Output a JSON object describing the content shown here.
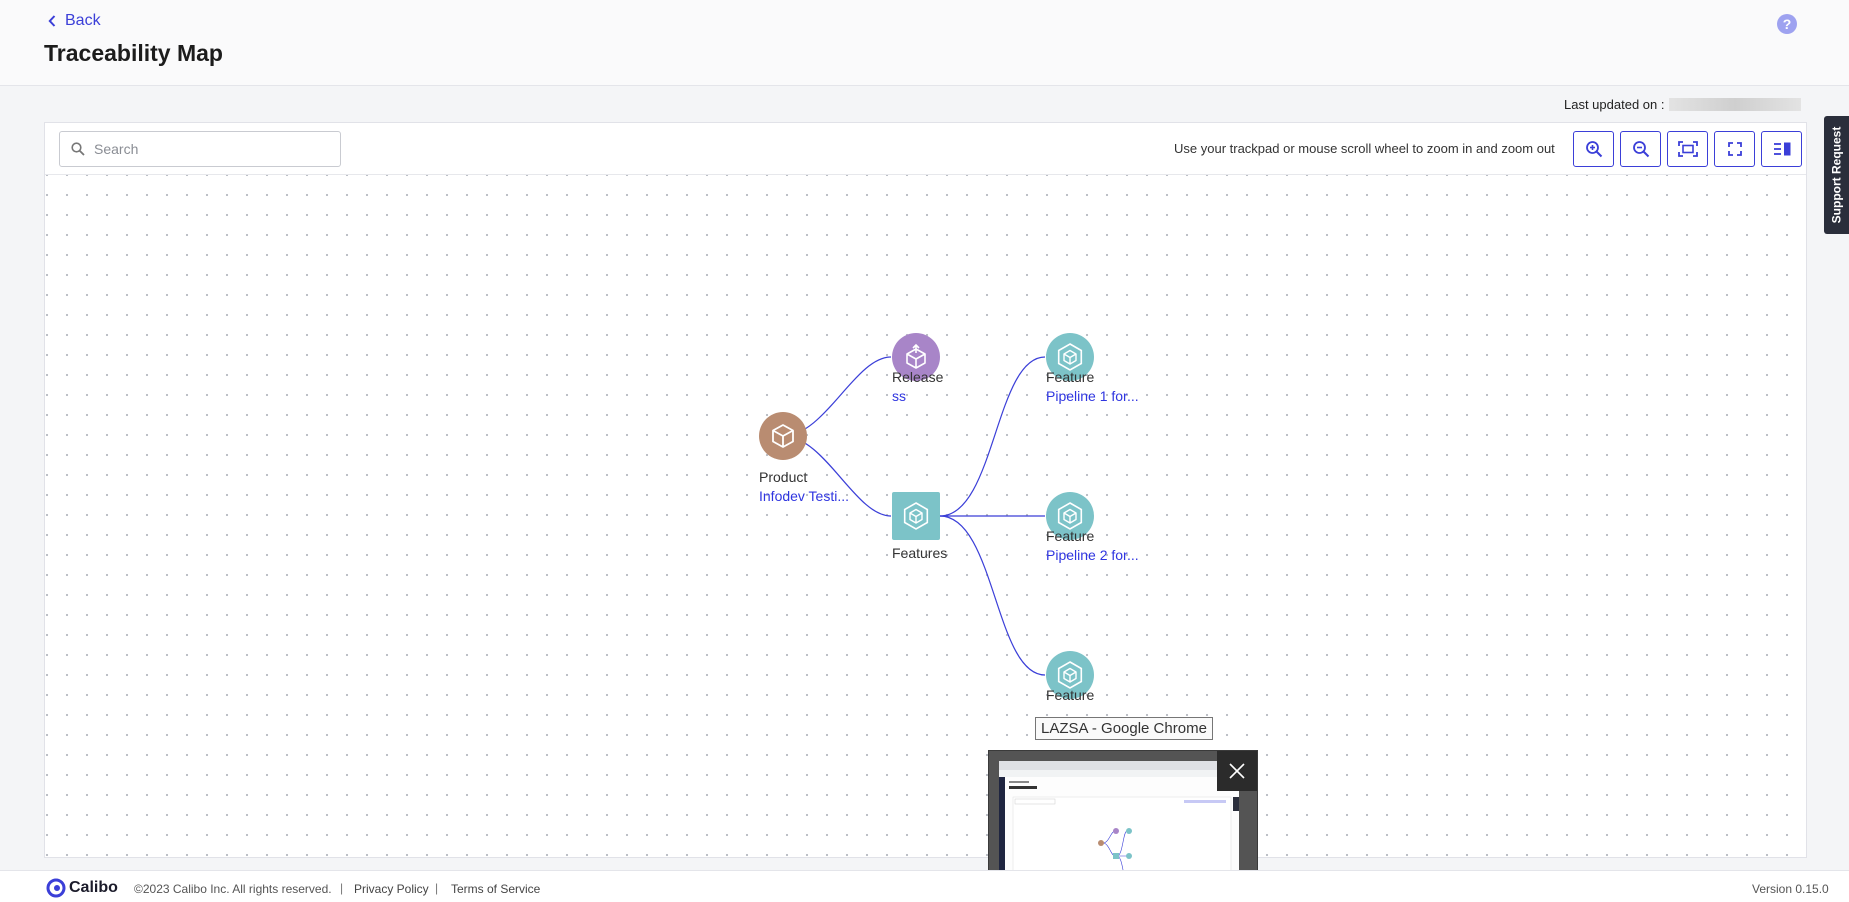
{
  "header": {
    "back_label": "Back",
    "title": "Traceability Map",
    "help_icon": "question-circle-icon"
  },
  "status": {
    "last_updated_label": "Last updated on :"
  },
  "toolbar": {
    "search_placeholder": "Search",
    "zoom_hint": "Use your trackpad or mouse scroll wheel to zoom in and zoom out",
    "buttons": [
      "zoom-in-icon",
      "zoom-out-icon",
      "fit-to-screen-icon",
      "fullscreen-icon",
      "panel-toggle-icon"
    ]
  },
  "map": {
    "colors": {
      "product": "#b98c71",
      "release": "#a885c8",
      "feature": "#7cc3c8",
      "edge": "#3b3fd8",
      "link": "#2f35e0"
    },
    "nodes": [
      {
        "id": "product",
        "type": "Product",
        "name": "Infodev Testi...",
        "icon": "cube-icon"
      },
      {
        "id": "release",
        "type": "Release",
        "name": "ss",
        "icon": "box-arrow-icon"
      },
      {
        "id": "features",
        "type": "Features",
        "name": "",
        "icon": "hexagon-cube-icon"
      },
      {
        "id": "feature1",
        "type": "Feature",
        "name": "Pipeline 1 for...",
        "icon": "hexagon-cube-icon"
      },
      {
        "id": "feature2",
        "type": "Feature",
        "name": "Pipeline 2 for...",
        "icon": "hexagon-cube-icon"
      },
      {
        "id": "feature3",
        "type": "Feature",
        "name": "",
        "icon": "hexagon-cube-icon"
      }
    ]
  },
  "support": {
    "label": "Support Request"
  },
  "taskbar_preview": {
    "tooltip": "LAZSA - Google Chrome",
    "close_icon": "close-icon"
  },
  "footer": {
    "logo_text": "Calibo",
    "copyright": "©2023 Calibo Inc. All rights reserved.",
    "privacy_label": "Privacy Policy",
    "terms_label": "Terms of Service",
    "version": "Version 0.15.0"
  }
}
